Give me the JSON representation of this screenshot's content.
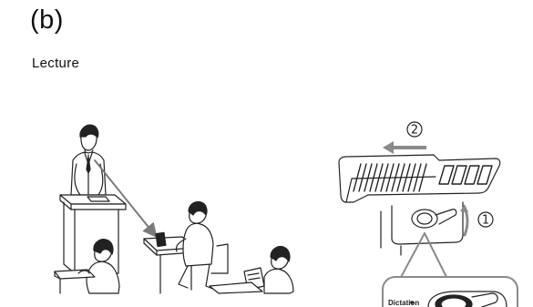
{
  "section": {
    "heading": "(b)",
    "subheading": "Lecture"
  },
  "figure": {
    "step_one": "1",
    "step_two": "2",
    "switch_label": "Dictation"
  },
  "colors": {
    "line": "#222222",
    "arrow_gray": "#8a8a8a"
  }
}
